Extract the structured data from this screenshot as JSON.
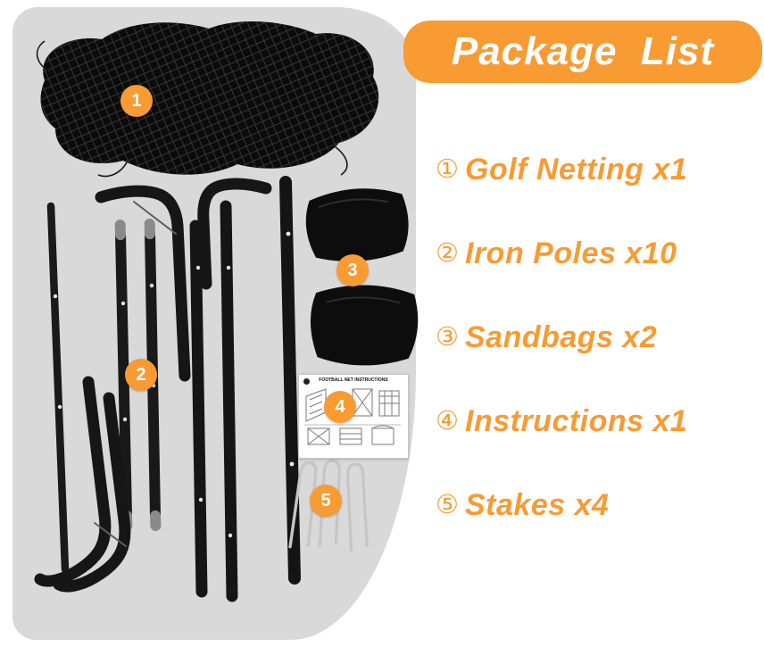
{
  "banner": {
    "title": "Package  List"
  },
  "list": {
    "items": [
      {
        "num": "①",
        "label": "Golf Netting x1"
      },
      {
        "num": "②",
        "label": "Iron Poles x10"
      },
      {
        "num": "③",
        "label": "Sandbags x2"
      },
      {
        "num": "④",
        "label": "Instructions x1"
      },
      {
        "num": "⑤",
        "label": "Stakes x4"
      }
    ]
  },
  "photo_badges": [
    "1",
    "2",
    "3",
    "4",
    "5"
  ],
  "instruction_sheet": {
    "title": "FOOTBALL NET INSTRUCTIONS"
  },
  "colors": {
    "accent": "#F89B32",
    "blob": "#D9D9D9"
  }
}
